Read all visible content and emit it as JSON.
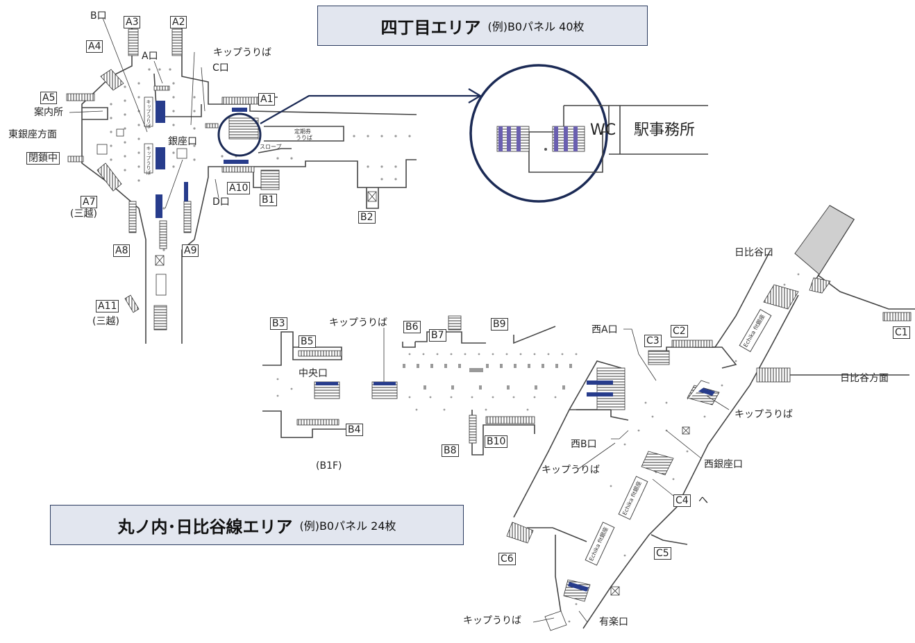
{
  "banners": {
    "ginza": {
      "title": "四丁目エリア",
      "note": "(例)B0パネル 40枚"
    },
    "marunouchi": {
      "title": "丸ノ内･日比谷線エリア",
      "note": "(例)B0パネル 24枚"
    }
  },
  "exits_a": [
    "A1",
    "A2",
    "A3",
    "A4",
    "A5",
    "A7",
    "A8",
    "A9",
    "A10",
    "A11"
  ],
  "exits_b": [
    "B1",
    "B2",
    "B3",
    "B4",
    "B5",
    "B6",
    "B7",
    "B8",
    "B9",
    "B10"
  ],
  "exits_c": [
    "C1",
    "C2",
    "C3",
    "C4",
    "C5",
    "C6"
  ],
  "gates": {
    "b": "B口",
    "a": "A口",
    "c": "C口",
    "d": "D口",
    "ginza": "銀座口",
    "chuo": "中央口",
    "nishi_a": "西A口",
    "nishi_b": "西B口",
    "nishi_ginza": "西銀座口",
    "hibiya": "日比谷口",
    "yurakucho": "有楽口"
  },
  "labels": {
    "kippu": "キップうりば",
    "info": "案内所",
    "higashi_ginza": "東銀座方面",
    "hibiya_dir": "日比谷方面",
    "closed": "閉鎖中",
    "mitsukoshi": "(三越)",
    "floor": "(B1F)",
    "c4_to": "へ",
    "teiki": "定期券",
    "teiki2": "うりば",
    "slope": "スロープ",
    "kippu_v": "キップうりば",
    "echika": "Echika fit銀座"
  },
  "zoom": {
    "wc": "WC",
    "office": "駅事務所"
  },
  "colors": {
    "navy": "#1b2a55",
    "gate_blue": "#273c8c",
    "panel_purple": "#6a5fb0",
    "banner_bg": "#e2e6ef",
    "gray_area": "#cfcfcf"
  }
}
